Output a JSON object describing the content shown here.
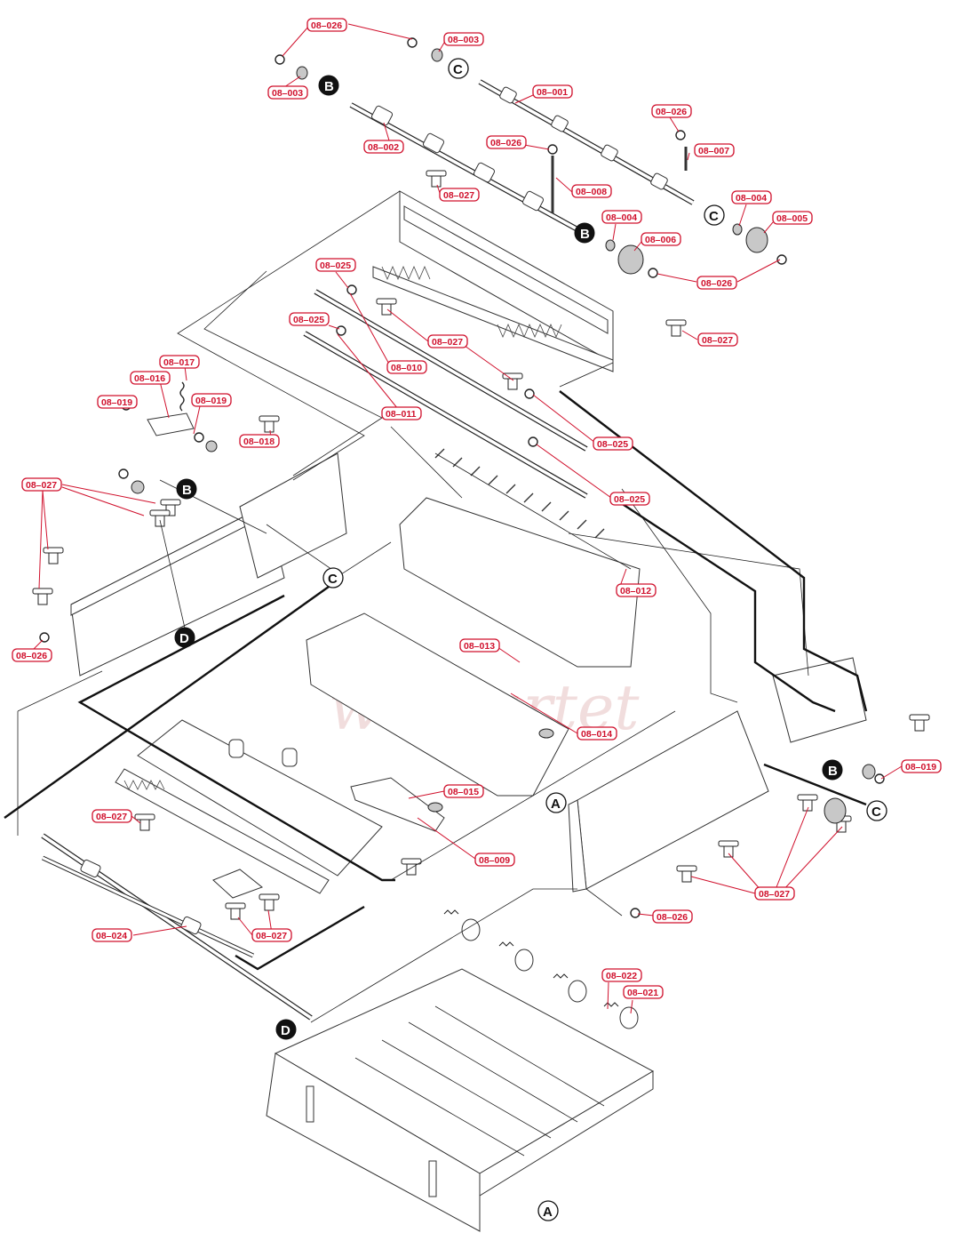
{
  "labels": [
    {
      "id": "08-026",
      "text": "08–026"
    },
    {
      "id": "08-003",
      "text": "08–003"
    },
    {
      "id": "08-001",
      "text": "08–001"
    },
    {
      "id": "08-002",
      "text": "08–002"
    },
    {
      "id": "08-007",
      "text": "08–007"
    },
    {
      "id": "08-008",
      "text": "08–008"
    },
    {
      "id": "08-004",
      "text": "08–004"
    },
    {
      "id": "08-005",
      "text": "08–005"
    },
    {
      "id": "08-006",
      "text": "08–006"
    },
    {
      "id": "08-025",
      "text": "08–025"
    },
    {
      "id": "08-027",
      "text": "08–027"
    },
    {
      "id": "08-010",
      "text": "08–010"
    },
    {
      "id": "08-011",
      "text": "08–011"
    },
    {
      "id": "08-017",
      "text": "08–017"
    },
    {
      "id": "08-016",
      "text": "08–016"
    },
    {
      "id": "08-019",
      "text": "08–019"
    },
    {
      "id": "08-018",
      "text": "08–018"
    },
    {
      "id": "08-012",
      "text": "08–012"
    },
    {
      "id": "08-013",
      "text": "08–013"
    },
    {
      "id": "08-014",
      "text": "08–014"
    },
    {
      "id": "08-015",
      "text": "08–015"
    },
    {
      "id": "08-009",
      "text": "08–009"
    },
    {
      "id": "08-024",
      "text": "08–024"
    },
    {
      "id": "08-022",
      "text": "08–022"
    },
    {
      "id": "08-021",
      "text": "08–021"
    }
  ],
  "reference_markers": {
    "A": "A",
    "B": "B",
    "C": "C",
    "D": "D"
  },
  "watermark": "whMartet",
  "colors": {
    "label_red": "#d0102c",
    "line": "#111111",
    "background": "#ffffff"
  }
}
